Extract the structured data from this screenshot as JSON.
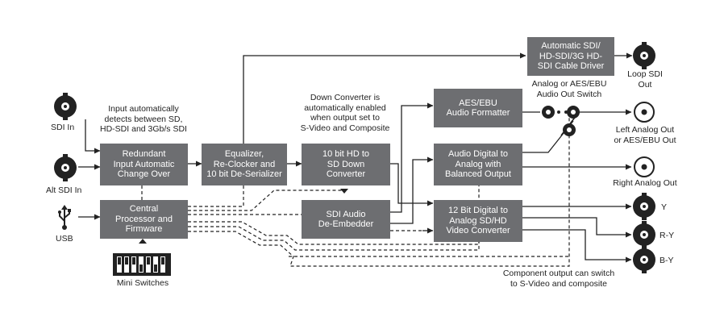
{
  "boxes": {
    "redundant": "Redundant\nInput Automatic\nChange Over",
    "equalizer": "Equalizer,\nRe-Clocker and\n10 bit De-Serializer",
    "down_converter": "10 bit HD to\nSD Down\nConverter",
    "central": "Central\nProcessor and\nFirmware",
    "sdi_audio": "SDI Audio\nDe-Embedder",
    "aes_formatter": "AES/EBU\nAudio Formatter",
    "audio_digital": "Audio Digital to\nAnalog with\nBalanced Output",
    "video_converter": "12 Bit Digital to\nAnalog SD/HD\nVideo Converter",
    "cable_driver": "Automatic SDI/\nHD-SDI/3G HD-\nSDI Cable Driver"
  },
  "labels": {
    "sdi_in": "SDI In",
    "alt_sdi_in": "Alt SDI In",
    "usb": "USB",
    "mini_switches": "Mini Switches",
    "input_note": "Input automatically\ndetects between SD,\nHD-SDI and 3Gb/s SDI",
    "down_conv_note": "Down Converter is\nautomatically enabled\nwhen output set to\nS-Video and Composite",
    "switch_note": "Analog or AES/EBU\nAudio Out Switch",
    "loop_sdi": "Loop SDI\nOut",
    "left_analog": "Left Analog Out\nor AES/EBU Out",
    "right_analog": "Right Analog Out",
    "y": "Y",
    "ry": "R-Y",
    "by": "B-Y",
    "component_note": "Component output can switch\nto S-Video and composite"
  },
  "colors": {
    "box": "#6d6e71",
    "line": "#222222"
  },
  "icons": [
    "bnc-connector-icon",
    "rca-connector-icon",
    "usb-icon",
    "dip-switch-icon",
    "arrow-icon"
  ]
}
